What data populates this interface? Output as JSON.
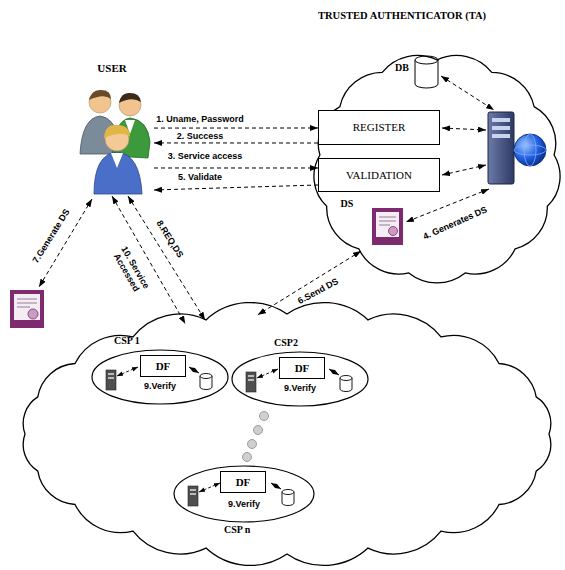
{
  "diagram": {
    "nodes": [
      {
        "text": [
          "TRUSTED AUTHENTICATOR (TA)"
        ]
      },
      {
        "text": [
          "REGISTER"
        ],
        "in": 0
      },
      {
        "text": [
          "VALIDATION"
        ],
        "in": 0
      },
      {
        "text": [
          "USER"
        ]
      },
      {
        "text": []
      },
      {
        "text": [
          "CSP 1",
          "9.Verify"
        ],
        "in": 4
      },
      {
        "text": [
          "DF"
        ],
        "in": 5
      },
      {
        "text": [
          "CSP2",
          "9.Verify"
        ],
        "in": 4
      },
      {
        "text": [
          "DF"
        ],
        "in": 7
      },
      {
        "text": [
          "CSP n",
          "9.Verify"
        ],
        "in": 4
      },
      {
        "text": [
          "DF"
        ],
        "in": 9
      }
    ],
    "edges": [
      {
        "from": 3,
        "to": 1,
        "label": "1. Uname, Password",
        "arrow": "to"
      },
      {
        "from": 1,
        "to": 3,
        "label": "2. Success",
        "arrow": "to"
      },
      {
        "from": 3,
        "to": 2,
        "label": "3. Service access",
        "arrow": "to"
      },
      {
        "from": 2,
        "to": 3,
        "label": "5. Validate",
        "arrow": "to"
      },
      {
        "from": 0,
        "to": 4,
        "label": "6.Send DS",
        "arrow": "both"
      },
      {
        "from": 3,
        "to": 4,
        "label": "8.REQ,DS",
        "arrow": "both"
      },
      {
        "from": 3,
        "to": 4,
        "label": "10. Service Accessed",
        "arrow": "both"
      }
    ],
    "labels": [
      "DB",
      "DS",
      "4. Generates DS",
      "7.Generate DS"
    ]
  }
}
